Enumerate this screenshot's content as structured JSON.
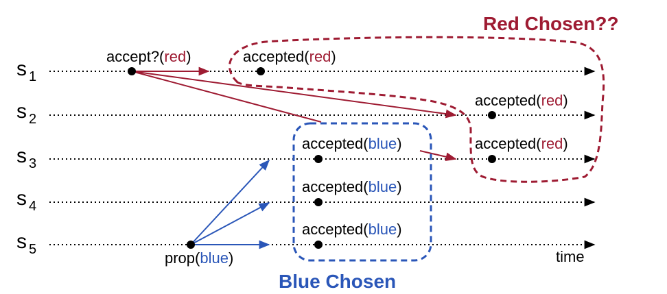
{
  "servers": [
    {
      "letter": "s",
      "index": "1"
    },
    {
      "letter": "s",
      "index": "2"
    },
    {
      "letter": "s",
      "index": "3"
    },
    {
      "letter": "s",
      "index": "4"
    },
    {
      "letter": "s",
      "index": "5"
    }
  ],
  "axis_label": "time",
  "titles": {
    "red_chosen": "Red Chosen??",
    "blue_chosen": "Blue Chosen"
  },
  "labels": {
    "accept_req": {
      "pre": "accept?(",
      "val": "red",
      "post": ")"
    },
    "s1_accepted": {
      "pre": "accepted(",
      "val": "red",
      "post": ")"
    },
    "s2_accepted": {
      "pre": "accepted(",
      "val": "red",
      "post": ")"
    },
    "s3_accepted_red": {
      "pre": "accepted(",
      "val": "red",
      "post": ")"
    },
    "s3_accepted_blue": {
      "pre": "accepted(",
      "val": "blue",
      "post": ")"
    },
    "s4_accepted_blue": {
      "pre": "accepted(",
      "val": "blue",
      "post": ")"
    },
    "s5_accepted_blue": {
      "pre": "accepted(",
      "val": "blue",
      "post": ")"
    },
    "prop": {
      "pre": "prop(",
      "val": "blue",
      "post": ")"
    }
  },
  "colors": {
    "red": "#9e1b32",
    "blue": "#2a56b8",
    "black": "#000000"
  }
}
